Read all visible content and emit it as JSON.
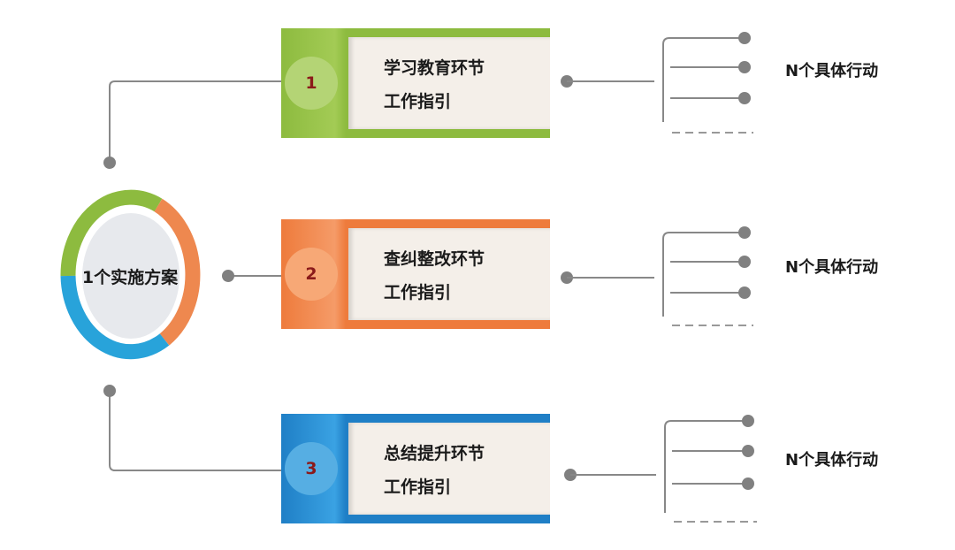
{
  "center": {
    "label": "1个实施方案"
  },
  "stages": [
    {
      "number": "1",
      "line1": "学习教育环节",
      "line2": "工作指引",
      "action": "N个具体行动",
      "color": "#8dbb3f"
    },
    {
      "number": "2",
      "line1": "查纠整改环节",
      "line2": "工作指引",
      "action": "N个具体行动",
      "color": "#ee7b3c"
    },
    {
      "number": "3",
      "line1": "总结提升环节",
      "line2": "工作指引",
      "action": "N个具体行动",
      "color": "#1f7fc6"
    }
  ],
  "colors": {
    "connector": "#888888",
    "dot": "#808080",
    "panel": "#f4efe9",
    "number_text": "#8b1a1a"
  }
}
